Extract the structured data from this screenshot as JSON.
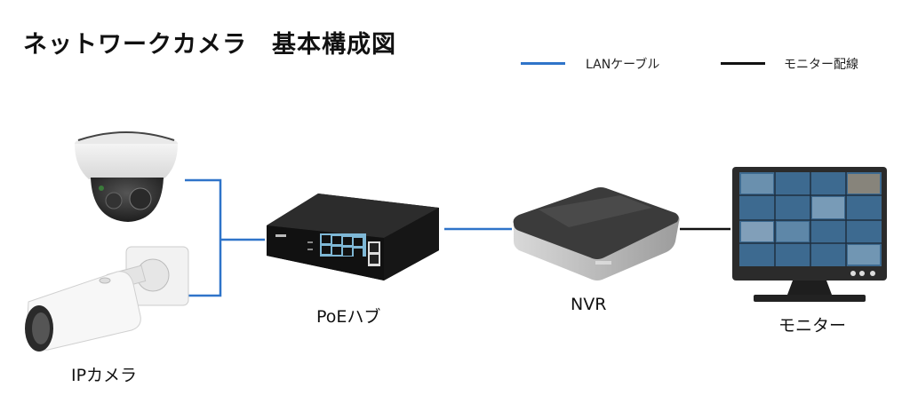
{
  "title": "ネットワークカメラ　基本構成図",
  "legend": [
    {
      "label": "LANケーブル",
      "color": "#2f74c9"
    },
    {
      "label": "モニター配線",
      "color": "#111111"
    }
  ],
  "devices": {
    "ip_camera": {
      "label": "IPカメラ",
      "icon": "ip-camera-icon"
    },
    "poe_hub": {
      "label": "PoEハブ",
      "icon": "poe-switch-icon"
    },
    "nvr": {
      "label": "NVR",
      "icon": "nvr-icon"
    },
    "monitor": {
      "label": "モニター",
      "icon": "monitor-icon"
    }
  },
  "connections": [
    {
      "from": "ip_camera (dome)",
      "to": "poe_hub",
      "type": "LANケーブル"
    },
    {
      "from": "ip_camera (bullet)",
      "to": "poe_hub",
      "type": "LANケーブル"
    },
    {
      "from": "poe_hub",
      "to": "nvr",
      "type": "LANケーブル"
    },
    {
      "from": "nvr",
      "to": "monitor",
      "type": "モニター配線"
    }
  ]
}
